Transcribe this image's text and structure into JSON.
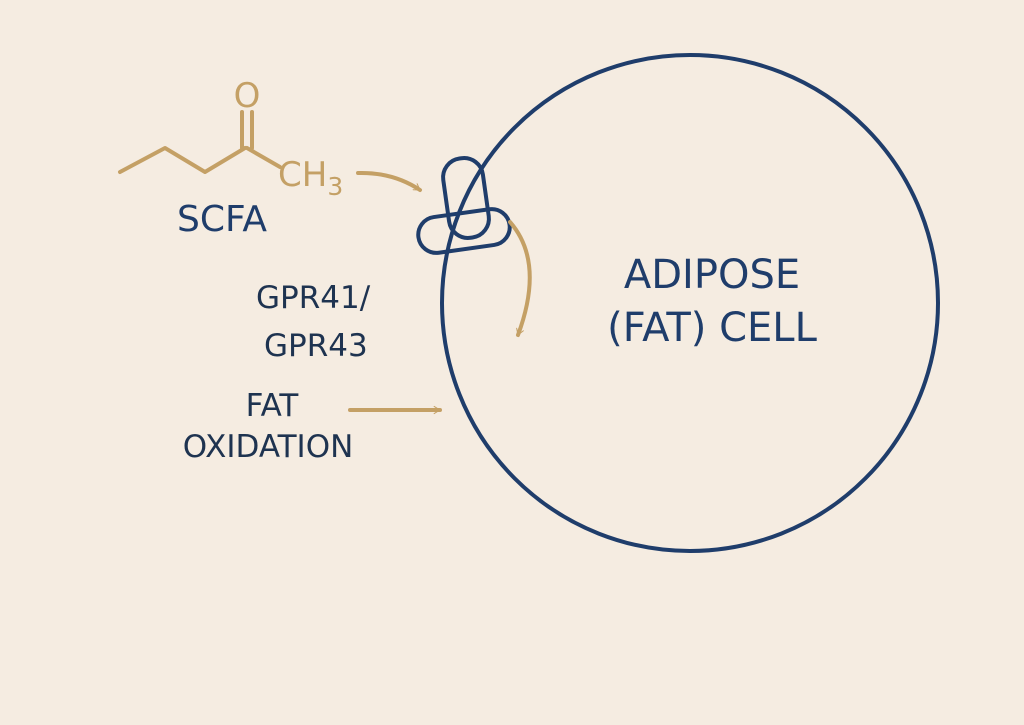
{
  "molecule": {
    "oxygen_label": "O",
    "methyl_label": "CH",
    "methyl_subscript": "3",
    "name": "SCFA"
  },
  "receptor": {
    "label_line1": "GPR41/",
    "label_line2": "GPR43"
  },
  "process": {
    "label_line1": "FAT",
    "label_line2": "OXIDATION"
  },
  "cell": {
    "label_line1": "ADIPOSE",
    "label_line2": "(FAT) CELL"
  },
  "colors": {
    "background": "#f5ece1",
    "navy": "#1f3d6b",
    "gold": "#c4a065"
  }
}
